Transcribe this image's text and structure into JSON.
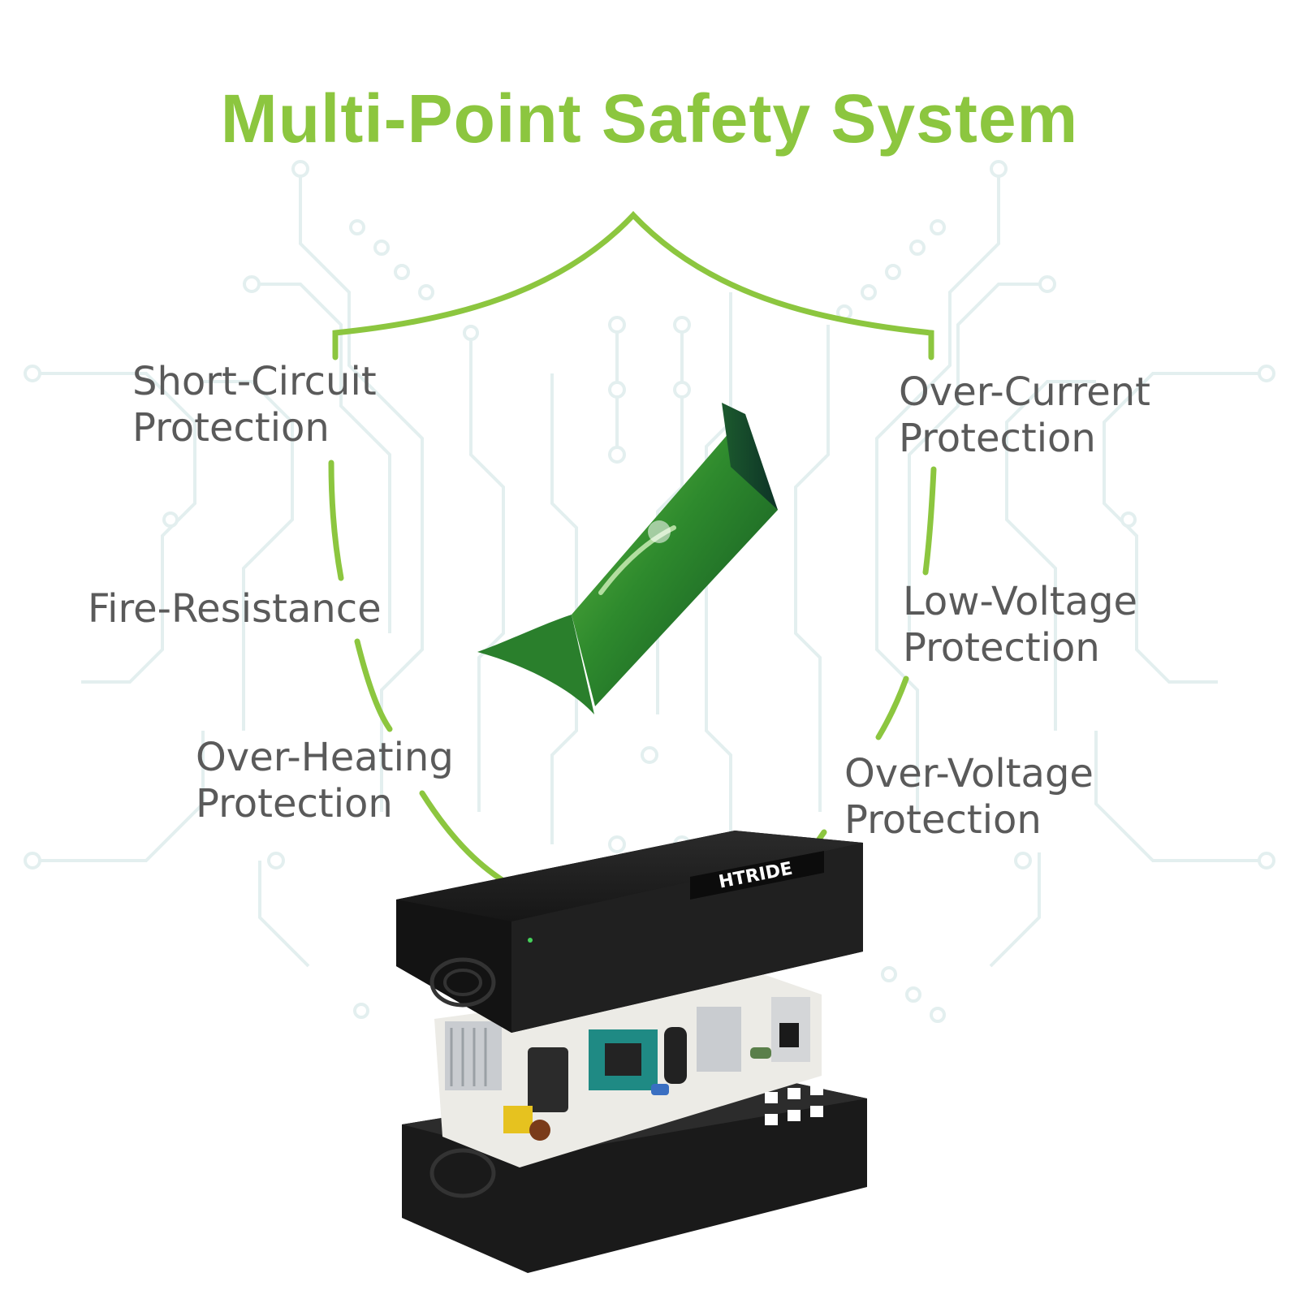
{
  "title": "Multi-Point Safety System",
  "colors": {
    "accent_green": "#8cc63f",
    "label_text": "#5a5a5a",
    "circuit_lines": "#e3efef",
    "device_body": "#1f1f1f"
  },
  "features": {
    "short_circuit": {
      "line1": "Short-Circuit",
      "line2": "Protection"
    },
    "fire_resistance": {
      "line1": "Fire-Resistance"
    },
    "over_heating": {
      "line1": "Over-Heating",
      "line2": "Protection"
    },
    "over_current": {
      "line1": "Over-Current",
      "line2": "Protection"
    },
    "low_voltage": {
      "line1": "Low-Voltage",
      "line2": "Protection"
    },
    "over_voltage": {
      "line1": "Over-Voltage",
      "line2": "Protection"
    }
  },
  "device": {
    "brand_logo": "HTRIDE"
  },
  "icons": [
    "shield-outline-icon",
    "checkmark-icon",
    "circuit-background"
  ]
}
